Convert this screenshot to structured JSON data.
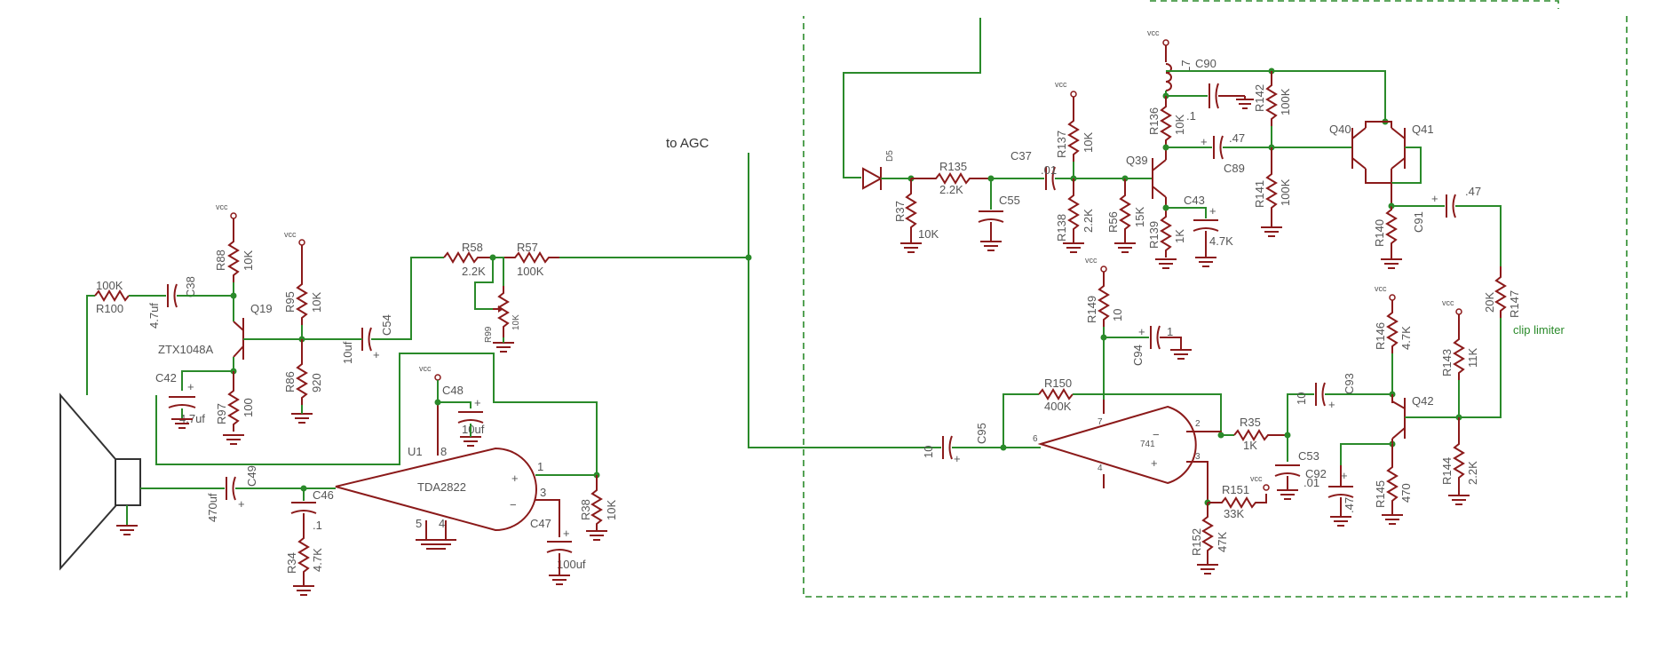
{
  "notes": {
    "agc": "to AGC",
    "clip": "clip limiter"
  },
  "vcc": "vcc",
  "ic": {
    "u1_ref": "U1",
    "u1_part": "TDA2822",
    "u1_p8": "8",
    "u1_p1": "1",
    "u1_p3": "3",
    "u1_p5": "5",
    "u1_p4": "4",
    "op741": "741",
    "op_p7": "7",
    "op_p6": "6",
    "op_p2": "2",
    "op_p3": "3",
    "op_p4": "4"
  },
  "refs": {
    "r100": "R100",
    "r88": "R88",
    "r95": "R95",
    "r86": "R86",
    "r97": "R97",
    "r58": "R58",
    "r57": "R57",
    "r99": "R99",
    "r38": "R38",
    "r34": "R34",
    "r37": "R37",
    "r135": "R135",
    "r137": "R137",
    "r138": "R138",
    "r56": "R56",
    "r136": "R136",
    "r139": "R139",
    "r142": "R142",
    "r141": "R141",
    "r140": "R140",
    "r149": "R149",
    "r150": "R150",
    "r35": "R35",
    "r151": "R151",
    "r152": "R152",
    "r146": "R146",
    "r145": "R145",
    "r143": "R143",
    "r144": "R144",
    "r147": "R147",
    "c38": "C38",
    "c42": "C42",
    "c54": "C54",
    "c48": "C48",
    "c49": "C49",
    "c46": "C46",
    "c47": "C47",
    "c55": "C55",
    "c37": "C37",
    "c43": "C43",
    "c90": "C90",
    "c89": "C89",
    "c91": "C91",
    "c94": "C94",
    "c95": "C95",
    "c53": "C53",
    "c93": "C93",
    "c92": "C92",
    "q19": "Q19",
    "q39": "Q39",
    "q40": "Q40",
    "q41": "Q41",
    "q42": "Q42",
    "d5": "D5",
    "l7": "L7",
    "ztx": "ZTX1048A"
  },
  "values": {
    "r100": "100K",
    "r88": "10K",
    "r95": "10K",
    "r86": "920",
    "r97": "100",
    "r58": "2.2K",
    "r57": "100K",
    "r99": "10K",
    "r38": "10K",
    "r34": "4.7K",
    "r37": "10K",
    "r135": "2.2K",
    "r137": "10K",
    "r138": "2.2K",
    "r56": "15K",
    "r136": "10K",
    "r139": "1K",
    "r142": "100K",
    "r141": "100K",
    "r149": "10",
    "r150": "400K",
    "r35": "1K",
    "r151": "33K",
    "r152": "47K",
    "r146": "4.7K",
    "r145": "470",
    "r143": "11K",
    "r144": "2.2K",
    "r147": "20K",
    "c38": "4.7uf",
    "c42": "4.7uf",
    "c54": "10uf",
    "c48": "10uf",
    "c49": "470uf",
    "c46": ".1",
    "c47": "100uf",
    "c37": ".01",
    "c43": "4.7K",
    "c90": ".1",
    "c89": ".47",
    "c91": ".47",
    "c94": "1",
    "c95": "10",
    "c53": ".01",
    "c93": "10",
    "c92": ".47"
  }
}
